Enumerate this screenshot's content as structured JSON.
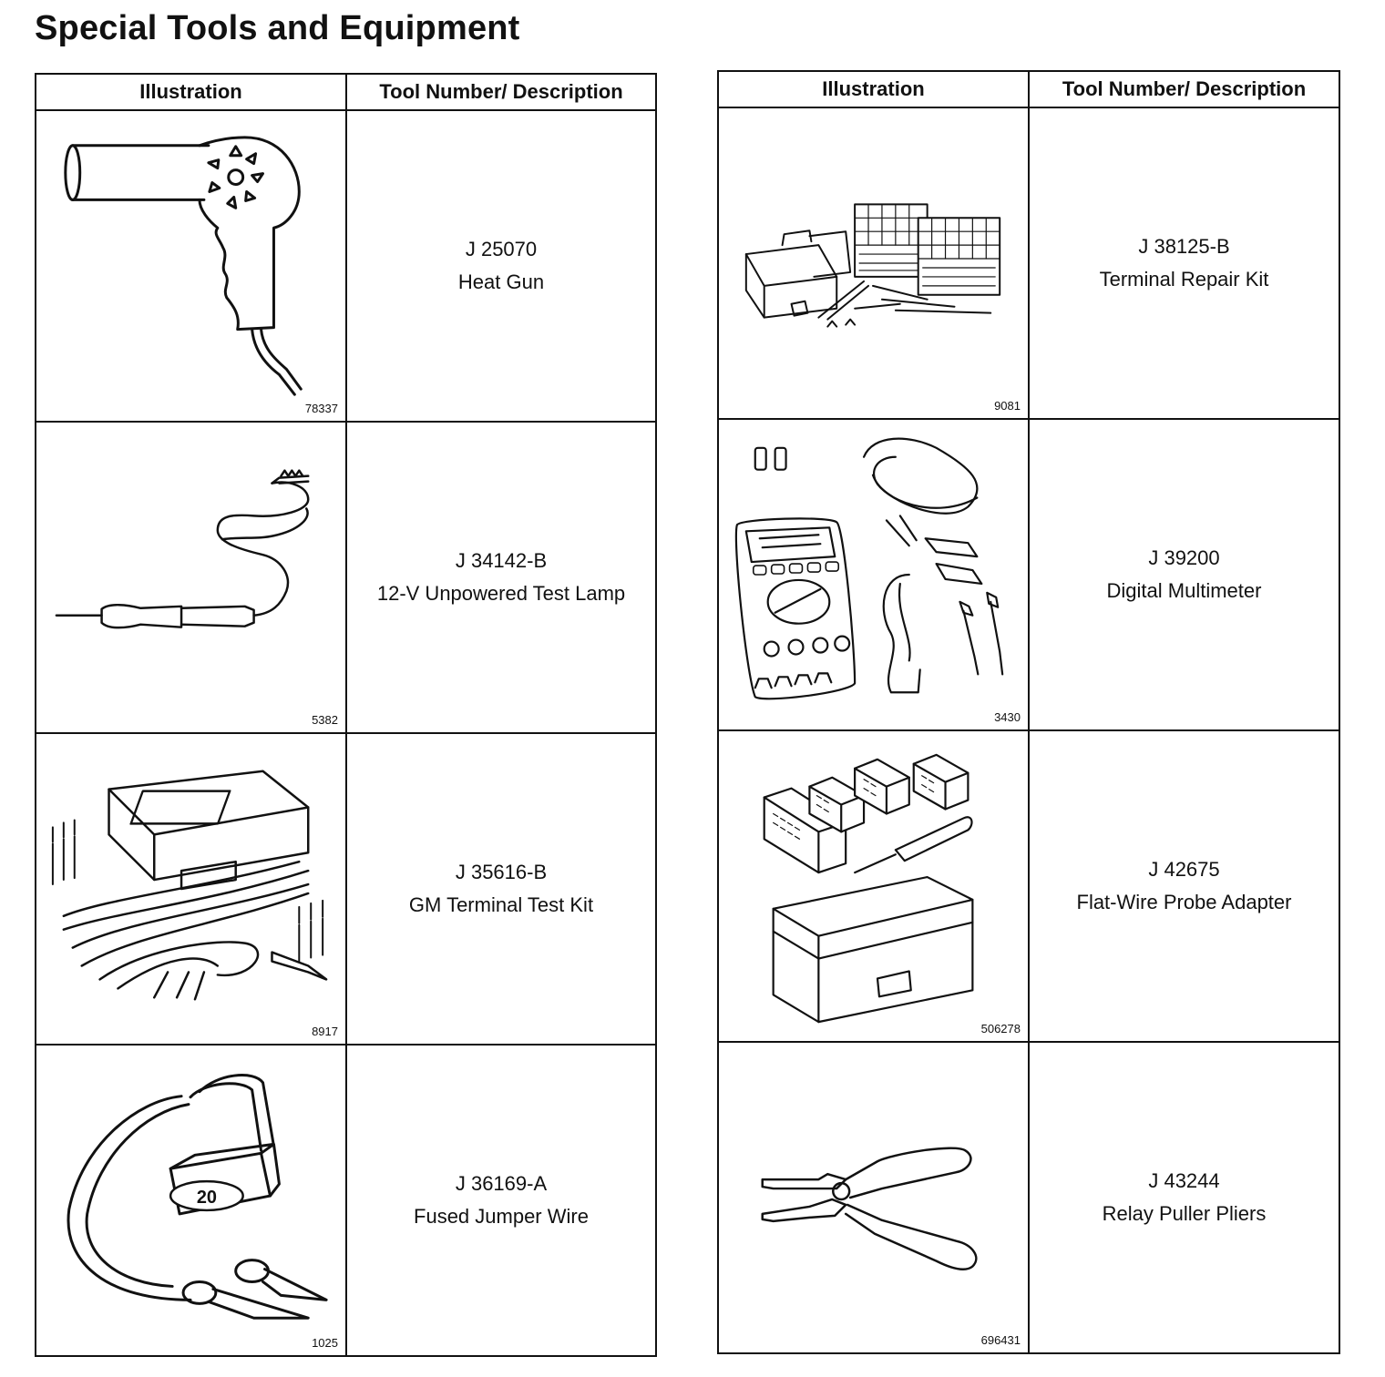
{
  "page": {
    "title": "Special Tools and Equipment"
  },
  "headers": {
    "illustration": "Illustration",
    "tool": "Tool Number/ Description"
  },
  "left_rows": [
    {
      "number": "J 25070",
      "description": "Heat Gun",
      "fig": "78337",
      "icon": "heat-gun-icon"
    },
    {
      "number": "J 34142-B",
      "description": "12-V Unpowered Test Lamp",
      "fig": "5382",
      "icon": "test-lamp-icon"
    },
    {
      "number": "J 35616-B",
      "description": "GM Terminal Test Kit",
      "fig": "8917",
      "icon": "terminal-test-kit-icon"
    },
    {
      "number": "J 36169-A",
      "description": "Fused Jumper Wire",
      "fig": "1025",
      "icon": "fused-jumper-wire-icon",
      "fuse_label": "20"
    }
  ],
  "right_rows": [
    {
      "number": "J 38125-B",
      "description": "Terminal Repair Kit",
      "fig": "9081",
      "icon": "terminal-repair-kit-icon"
    },
    {
      "number": "J 39200",
      "description": "Digital Multimeter",
      "fig": "3430",
      "icon": "digital-multimeter-icon"
    },
    {
      "number": "J 42675",
      "description": "Flat-Wire Probe Adapter",
      "fig": "506278",
      "icon": "flat-wire-probe-adapter-icon"
    },
    {
      "number": "J 43244",
      "description": "Relay Puller Pliers",
      "fig": "696431",
      "icon": "relay-puller-pliers-icon"
    }
  ]
}
